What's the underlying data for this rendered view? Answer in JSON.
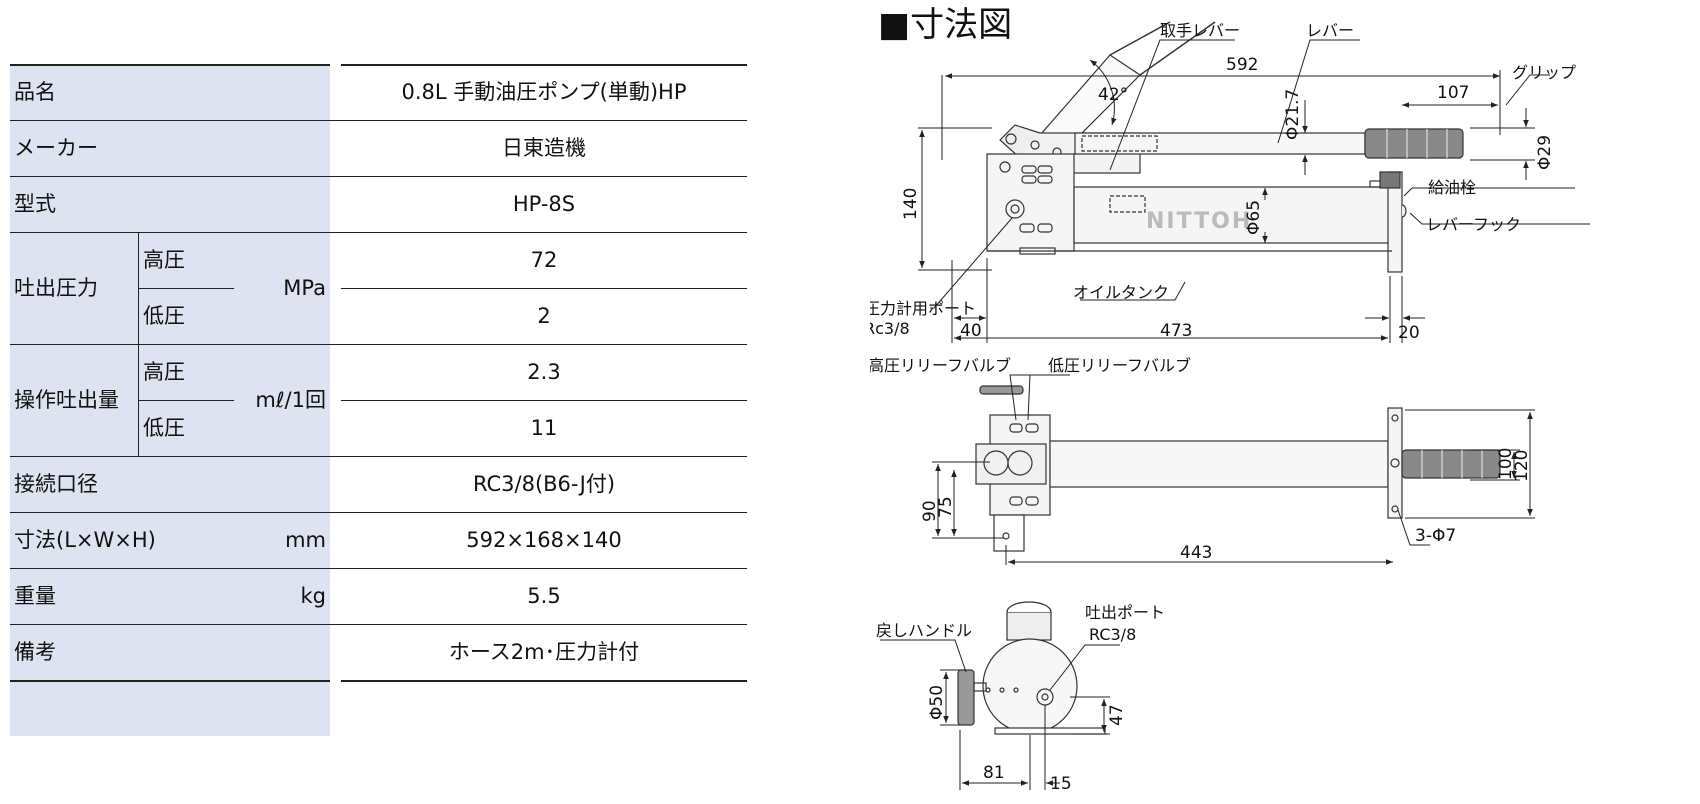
{
  "spec_table": {
    "rows": [
      {
        "label": "品名",
        "value": "0.8L 手動油圧ポンプ(単動)HP"
      },
      {
        "label": "メーカー",
        "value": "日東造機"
      },
      {
        "label": "型式",
        "value": "HP-8S"
      },
      {
        "label": "吐出圧力",
        "unit": "MPa",
        "sub": [
          {
            "label": "高圧",
            "value": "72"
          },
          {
            "label": "低圧",
            "value": "2"
          }
        ]
      },
      {
        "label": "操作吐出量",
        "unit": "mℓ/1回",
        "sub": [
          {
            "label": "高圧",
            "value": "2.3"
          },
          {
            "label": "低圧",
            "value": "11"
          }
        ]
      },
      {
        "label": "接続口径",
        "value": "RC3/8(B6-J付)"
      },
      {
        "label": "寸法(L×W×H)",
        "unit": "mm",
        "value": "592×168×140"
      },
      {
        "label": "重量",
        "unit": "kg",
        "value": "5.5"
      },
      {
        "label": "備考",
        "value": "ホース2m･圧力計付"
      }
    ]
  },
  "drawing": {
    "title": "■寸法図",
    "labels": {
      "handle_lever": "取手レバー",
      "lever": "レバー",
      "grip": "グリップ",
      "oil_plug": "給油栓",
      "lever_hook": "レバーフック",
      "gauge_port": "圧力計用ポート",
      "gauge_port_size": "Rc3/8",
      "oil_tank": "オイルタンク",
      "hp_relief": "高圧リリーフバルブ",
      "lp_relief": "低圧リリーフバルブ",
      "return_handle": "戻しハンドル",
      "outlet_port": "吐出ポート",
      "outlet_port_size": "RC3/8",
      "brand": "NITTOH"
    },
    "dims": {
      "d592": "592",
      "d42deg": "42°",
      "d21_7": "Φ21.7",
      "d107": "107",
      "d29": "Φ29",
      "d140": "140",
      "d65": "Φ65",
      "d40": "40",
      "d473": "473",
      "d20": "20",
      "d90": "90",
      "d75": "75",
      "d443": "443",
      "d100": "100",
      "d120": "120",
      "d3phi7": "3-Φ7",
      "d50": "Φ50",
      "d47": "47",
      "d81": "81",
      "d15": "15"
    }
  }
}
